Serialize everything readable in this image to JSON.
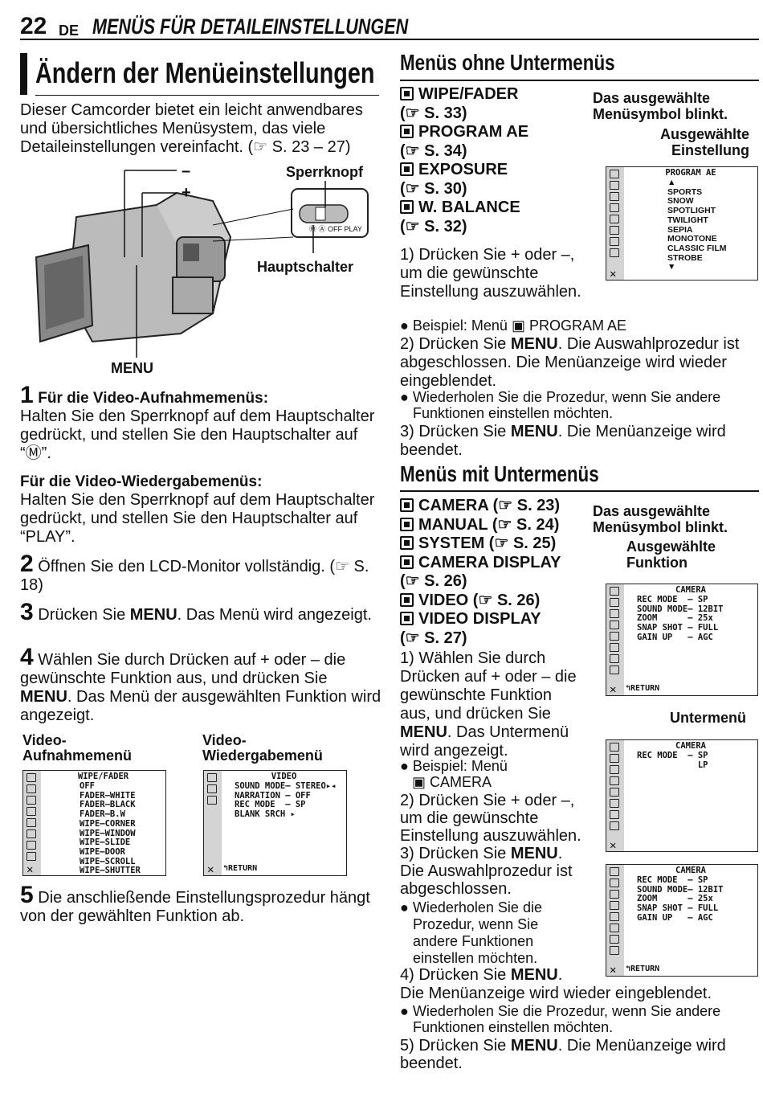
{
  "header": {
    "page_no": "22",
    "lang": "DE",
    "title": "MENÜS FÜR DETAILEINSTELLUNGEN"
  },
  "left": {
    "heading": "Ändern der Menüeinstellungen",
    "intro": "Dieser Camcorder bietet ein leicht anwendbares und übersichtliches Menüsystem, das viele Detaileinstellungen vereinfacht. (☞ S. 23 – 27)",
    "fig": {
      "minus": "–",
      "plus": "+",
      "sperrknopf": "Sperrknopf",
      "hauptschalter": "Hauptschalter",
      "menu": "MENU",
      "switch_text": "Ⓜ Ⓐ OFF PLAY"
    },
    "step1_num": "1",
    "step1_head": "Für die Video-Aufnahmemenüs:",
    "step1_body": "Halten Sie den Sperrknopf auf dem Hauptschalter gedrückt, und stellen Sie den Hauptschalter auf “Ⓜ”.",
    "step1b_head": "Für die Video-Wiedergabemenüs:",
    "step1b_body": "Halten Sie den Sperrknopf auf dem Hauptschalter gedrückt, und stellen Sie den Hauptschalter auf “PLAY”.",
    "step2_num": "2",
    "step2": "Öffnen Sie den LCD-Monitor vollständig. (☞ S. 18)",
    "step3_num": "3",
    "step3a": "Drücken Sie ",
    "step3_menu": "MENU",
    "step3b": ". Das Menü wird angezeigt.",
    "step4_num": "4",
    "step4a": "Wählen Sie durch Drücken auf + oder – die gewünschte Funktion aus, und drücken Sie ",
    "step4_menu": "MENU",
    "step4b": ". Das Menü der ausgewählten Funktion wird angezeigt.",
    "rec_label": "Video-\nAufnahmemenü",
    "play_label": "Video-\nWiedergabemenü",
    "rec_screen": {
      "title": "WIPE/FADER",
      "rows": "OFF\nFADER–WHITE\nFADER–BLACK\nFADER–B.W\nWIPE–CORNER\nWIPE–WINDOW\nWIPE–SLIDE\nWIPE–DOOR\nWIPE–SCROLL\nWIPE–SHUTTER"
    },
    "play_screen": {
      "title": "VIDEO",
      "rows": "SOUND MODE– STEREO▸◂\nNARRATION – OFF\nREC MODE  – SP\nBLANK SRCH ▸",
      "ret": "↰RETURN"
    },
    "step5_num": "5",
    "step5": "Die anschließende Einstellungsprozedur hängt von der gewählten Funktion ab."
  },
  "right": {
    "h1": "Menüs ohne Untermenüs",
    "items1": [
      "WIPE/FADER",
      "(☞ S. 33)",
      "PROGRAM AE",
      "(☞ S. 34)",
      "EXPOSURE",
      "(☞ S. 30)",
      "W. BALANCE",
      "(☞ S. 32)"
    ],
    "call1": "Das ausgewählte\nMenüsymbol blinkt.",
    "call2": "Ausgewählte\nEinstellung",
    "pae": {
      "title": "PROGRAM  AE",
      "rows": "▲\nSPORTS\nSNOW\nSPOTLIGHT\nTWILIGHT\nSEPIA\nMONOTONE\nCLASSIC FILM\nSTROBE\n▼"
    },
    "s1": "1) Drücken Sie + oder –, um die gewünschte Einstellung auszuwählen.",
    "s1b": "● Beispiel: Menü ▣ PROGRAM AE",
    "s2a": "2) Drücken Sie ",
    "s2menu": "MENU",
    "s2b": ". Die Auswahlprozedur ist abgeschlossen. Die Menüanzeige wird wieder eingeblendet.",
    "s2c": "● Wiederholen Sie die Prozedur, wenn Sie andere Funktionen einstellen möchten.",
    "s3a": "3) Drücken Sie ",
    "s3menu": "MENU",
    "s3b": ". Die Menüanzeige wird beendet.",
    "h2": "Menüs mit Untermenüs",
    "items2": [
      "CAMERA (☞ S. 23)",
      "MANUAL (☞ S. 24)",
      "SYSTEM (☞ S. 25)",
      "CAMERA DISPLAY",
      "(☞ S. 26)",
      "VIDEO (☞ S. 26)",
      "VIDEO DISPLAY",
      "(☞ S. 27)"
    ],
    "call3": "Das ausgewählte\nMenüsymbol blinkt.",
    "call4": "Ausgewählte\nFunktion",
    "call5": "Untermenü",
    "cam1": {
      "title": "CAMERA",
      "rows": "REC MODE  – SP\nSOUND MODE– 12BIT\nZOOM      – 25x\nSNAP SHOT – FULL\nGAIN UP   – AGC",
      "ret": "↰RETURN"
    },
    "cam2": {
      "title": "CAMERA",
      "rows": "REC MODE  – SP\n            LP"
    },
    "cam3": {
      "title": "CAMERA",
      "rows": "REC MODE  – SP\nSOUND MODE– 12BIT\nZOOM      – 25x\nSNAP SHOT – FULL\nGAIN UP   – AGC",
      "ret": "↰RETURN"
    },
    "t1a": "1) Wählen Sie durch Drücken auf + oder – die gewünschte Funktion aus, und drücken Sie ",
    "t1menu": "MENU",
    "t1b": ". Das Untermenü wird angezeigt.",
    "t1c": "● Beispiel: Menü\n   ▣ CAMERA",
    "t2": "2) Drücken Sie + oder –, um die gewünschte Einstellung auszuwählen.",
    "t3a": "3) Drücken Sie ",
    "t3menu": "MENU",
    "t3b": ". Die Auswahlprozedur ist abgeschlossen.",
    "t3c": "● Wiederholen Sie die Prozedur, wenn Sie andere Funktionen einstellen möchten.",
    "t4a": "4) Drücken Sie ",
    "t4menu": "MENU",
    "t4b": ".",
    "t4c": "Die Menüanzeige wird wieder eingeblendet.",
    "t4d": "● Wiederholen Sie die Prozedur, wenn Sie andere Funktionen einstellen möchten.",
    "t5a": "5) Drücken Sie ",
    "t5menu": "MENU",
    "t5b": ". Die Menüanzeige wird beendet."
  }
}
